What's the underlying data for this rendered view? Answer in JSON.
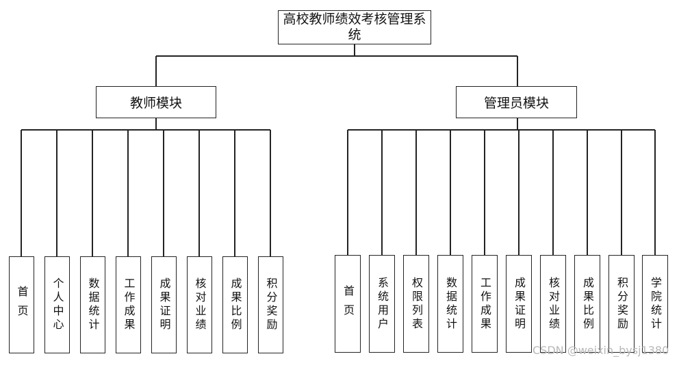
{
  "root": {
    "label": "高校教师绩效考核管理系统"
  },
  "modules": [
    {
      "label": "教师模块",
      "leaves": [
        "首页",
        "个人中心",
        "数据统计",
        "工作成果",
        "成果证明",
        "核对业绩",
        "成果比例",
        "积分奖励"
      ]
    },
    {
      "label": "管理员模块",
      "leaves": [
        "首页",
        "系统用户",
        "权限列表",
        "数据统计",
        "工作成果",
        "成果证明",
        "核对业绩",
        "成果比例",
        "积分奖励",
        "学院统计"
      ]
    }
  ],
  "watermark": {
    "text": "CSDN @weixin_bysj1380"
  },
  "colors": {
    "line": "#222222",
    "background": "#ffffff",
    "watermark": "#b8b8b8"
  }
}
